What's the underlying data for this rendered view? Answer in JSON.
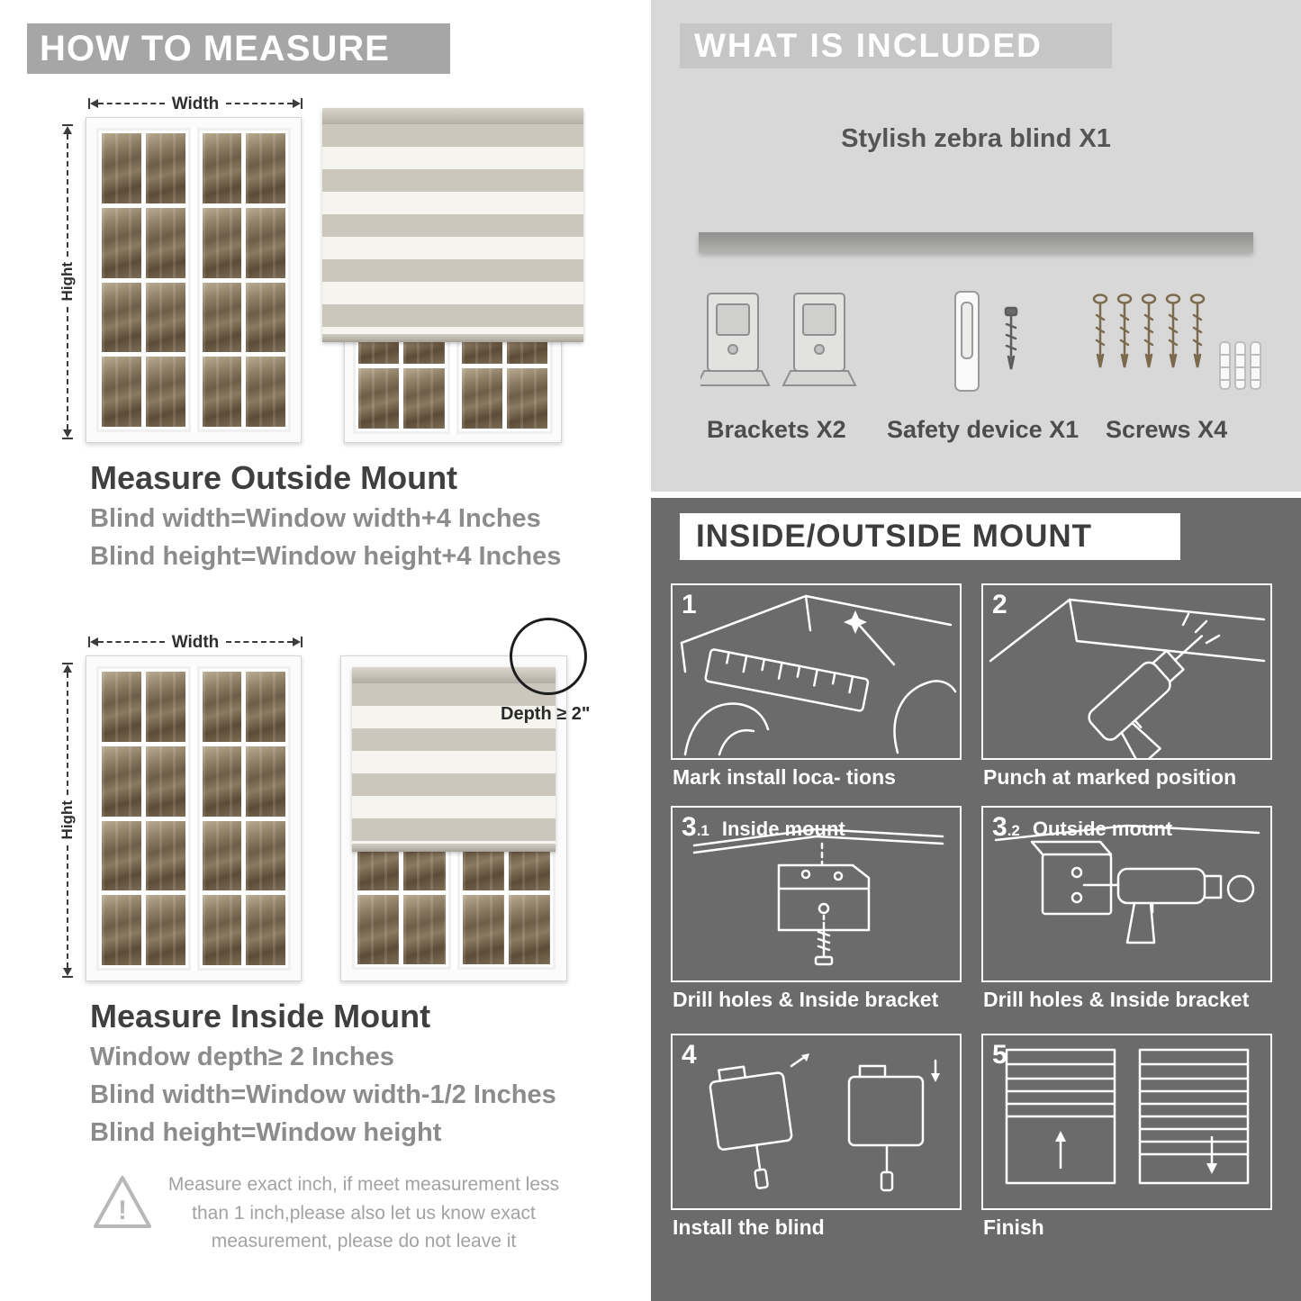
{
  "colors": {
    "left_banner": "#a6a6a6",
    "included_bg": "#d8d8d8",
    "included_banner": "#c6c6c6",
    "mount_bg": "#6b6b6b",
    "heading_dark": "#3f3f3f",
    "formula_gray": "#8c8c8c",
    "blind_stripe": "#cbc7bc"
  },
  "left": {
    "header": "HOW TO MEASURE",
    "labels": {
      "width": "Width",
      "height": "Hight"
    },
    "outside": {
      "title": "Measure Outside Mount",
      "lines": [
        "Blind width=Window width+4 Inches",
        "Blind height=Window height+4 Inches"
      ]
    },
    "inside": {
      "title": "Measure Inside Mount",
      "depth_callout": "Depth ≥ 2\"",
      "lines": [
        "Window depth≥ 2 Inches",
        "Blind width=Window width-1/2 Inches",
        "Blind height=Window height"
      ]
    },
    "warning": {
      "mark": "!",
      "text": "Measure exact inch, if meet measurement less than 1 inch,please also let us know exact measurement, please do not leave it"
    }
  },
  "included": {
    "header": "WHAT IS INCLUDED",
    "product": "Stylish zebra blind X1",
    "items": [
      {
        "icon": "brackets-icon",
        "label": "Brackets X2"
      },
      {
        "icon": "safety-device-icon",
        "label": "Safety device X1"
      },
      {
        "icon": "screws-icon",
        "label": "Screws X4"
      }
    ]
  },
  "mount": {
    "header": "INSIDE/OUTSIDE MOUNT",
    "steps": [
      {
        "num": "1",
        "sub": "",
        "label": "",
        "caption": "Mark install loca- tions",
        "icon": "measure-mark-art"
      },
      {
        "num": "2",
        "sub": "",
        "label": "",
        "caption": "Punch at  marked position",
        "icon": "drill-art"
      },
      {
        "num": "3",
        "sub": ".1",
        "label": "Inside mount",
        "caption": "Drill holes &  Inside bracket",
        "icon": "inside-bracket-art"
      },
      {
        "num": "3",
        "sub": ".2",
        "label": "Outside mount",
        "caption": "Drill holes &  Inside bracket",
        "icon": "outside-bracket-art"
      },
      {
        "num": "4",
        "sub": "",
        "label": "",
        "caption": "Install the blind",
        "icon": "install-blind-art"
      },
      {
        "num": "5",
        "sub": "",
        "label": "",
        "caption": "Finish",
        "icon": "finish-art"
      }
    ]
  }
}
